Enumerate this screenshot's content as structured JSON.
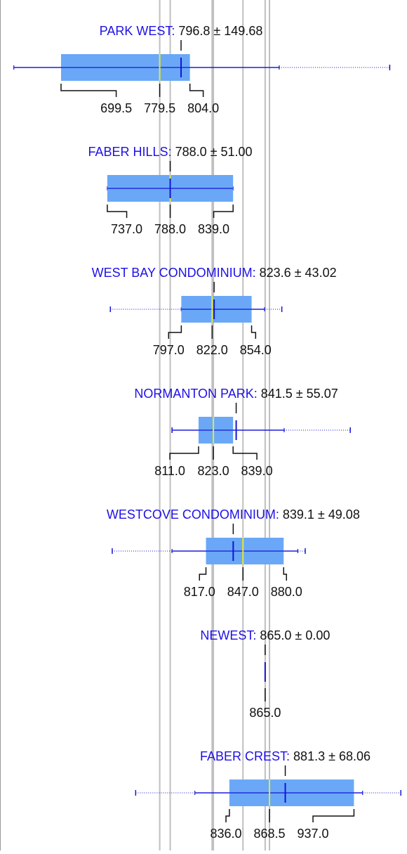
{
  "colors": {
    "label": "#1f10e6",
    "text": "#111111",
    "box_fill": "#6aa8f7",
    "whisker": "#1414d8",
    "median": "#e8e82a",
    "ref_line": "#bfbfbf"
  },
  "chart_data": {
    "type": "boxplot",
    "orientation": "horizontal",
    "x_domain": [
      650,
      980
    ],
    "reference_lines": [
      779.5,
      788.0,
      822.0,
      823.0,
      847.0,
      865.0,
      868.5
    ],
    "groups": [
      {
        "name": "PARK WEST",
        "mean": 796.8,
        "sd": 149.68,
        "mean_text": "796.8",
        "sd_text": "149.68",
        "q1": 699.5,
        "median": 779.5,
        "q3": 804.0,
        "q1_text": "699.5",
        "median_text": "779.5",
        "q3_text": "804.0",
        "whisker_low": 661.2,
        "whisker_high": 876.4,
        "outlier_high": 966.0
      },
      {
        "name": "FABER HILLS",
        "mean": 788.0,
        "sd": 51.0,
        "mean_text": "788.0",
        "sd_text": "51.00",
        "q1": 737.0,
        "median": 788.0,
        "q3": 839.0,
        "q1_text": "737.0",
        "median_text": "788.0",
        "q3_text": "839.0",
        "whisker_low": 737.0,
        "whisker_high": 839.0
      },
      {
        "name": "WEST BAY CONDOMINIUM",
        "mean": 823.6,
        "sd": 43.02,
        "mean_text": "823.6",
        "sd_text": "43.02",
        "q1": 797.0,
        "median": 822.0,
        "q3": 854.0,
        "q1_text": "797.0",
        "median_text": "822.0",
        "q3_text": "854.0",
        "whisker_low": 797.0,
        "whisker_high": 864.5,
        "outlier_low": 739.5,
        "outlier_high": 878.5
      },
      {
        "name": "NORMANTON PARK",
        "mean": 841.5,
        "sd": 55.07,
        "mean_text": "841.5",
        "sd_text": "55.07",
        "q1": 811.0,
        "median": 823.0,
        "q3": 839.0,
        "q1_text": "811.0",
        "median_text": "823.0",
        "q3_text": "839.0",
        "whisker_low": 789.5,
        "whisker_high": 880.4,
        "outlier_low": 789.5,
        "outlier_high": 934.0
      },
      {
        "name": "WESTCOVE CONDOMINIUM",
        "mean": 839.1,
        "sd": 49.08,
        "mean_text": "839.1",
        "sd_text": "49.08",
        "q1": 817.0,
        "median": 847.0,
        "q3": 880.0,
        "q1_text": "817.0",
        "median_text": "847.0",
        "q3_text": "880.0",
        "whisker_low": 789.5,
        "whisker_high": 891.5,
        "outlier_low": 741.0,
        "outlier_high": 897.5
      },
      {
        "name": "NEWEST",
        "mean": 865.0,
        "sd": 0.0,
        "mean_text": "865.0",
        "sd_text": "0.00",
        "q1": 865.0,
        "median": 865.0,
        "q3": 865.0,
        "q1_text": "",
        "median_text": "865.0",
        "q3_text": "",
        "whisker_low": 865.0,
        "whisker_high": 865.0
      },
      {
        "name": "FABER CREST",
        "mean": 881.3,
        "sd": 68.06,
        "mean_text": "881.3",
        "sd_text": "68.06",
        "q1": 836.0,
        "median": 868.5,
        "q3": 937.0,
        "q1_text": "836.0",
        "median_text": "868.5",
        "q3_text": "937.0",
        "whisker_low": 808.0,
        "whisker_high": 944.0,
        "outlier_low": 760.0,
        "outlier_high": 975.0
      }
    ]
  }
}
